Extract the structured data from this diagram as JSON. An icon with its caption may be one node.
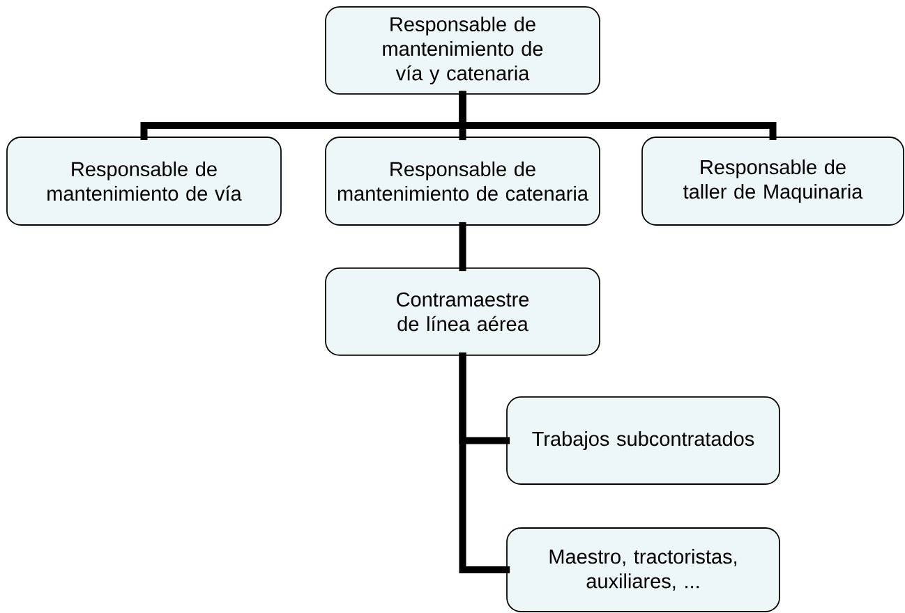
{
  "diagram": {
    "nodes": [
      {
        "text": [
          "Responsable de mantenimiento de vía y catenaria"
        ]
      },
      {
        "text": [
          "Responsable de mantenimiento de vía"
        ]
      },
      {
        "text": [
          "Responsable de mantenimiento de catenaria"
        ]
      },
      {
        "text": [
          "Responsable de taller de Maquinaria"
        ]
      },
      {
        "text": [
          "Contramaestre de línea aérea"
        ]
      },
      {
        "text": [
          "Trabajos subcontratados"
        ]
      },
      {
        "text": [
          "Maestro, tractoristas, auxiliares, ..."
        ]
      }
    ],
    "edges": [
      {
        "from": 0,
        "to": 1,
        "arrow": "none"
      },
      {
        "from": 0,
        "to": 2,
        "arrow": "none"
      },
      {
        "from": 0,
        "to": 3,
        "arrow": "none"
      },
      {
        "from": 2,
        "to": 4,
        "arrow": "none"
      },
      {
        "from": 4,
        "to": 5,
        "arrow": "none"
      },
      {
        "from": 4,
        "to": 6,
        "arrow": "none"
      }
    ]
  }
}
